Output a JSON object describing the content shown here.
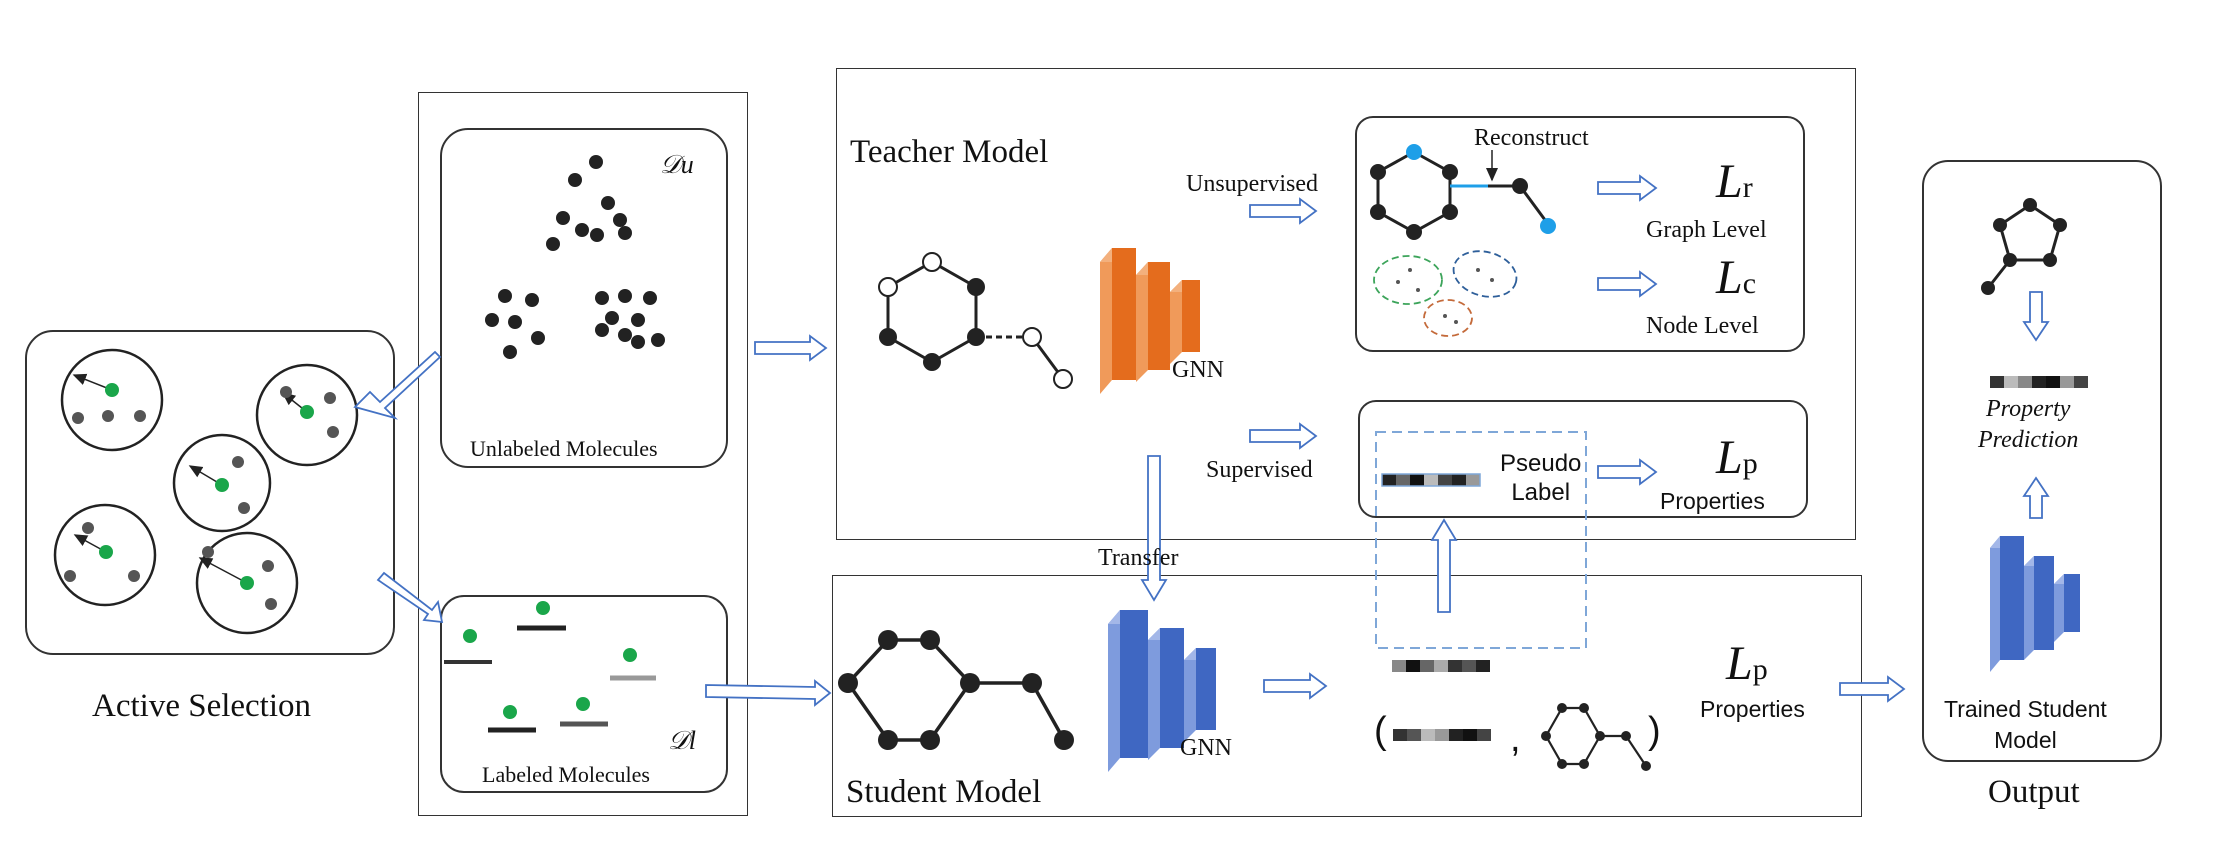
{
  "colors": {
    "node_dark": "#2b2b2b",
    "node_green": "#1aa64a",
    "node_blue": "#1e9fe8",
    "arrow_blue": "#4472c4",
    "gnn_orange": "#e46c1d",
    "gnn_blue": "#3f67c2",
    "dashed_box": "#7fa7d8"
  },
  "active_selection": {
    "title": "Active Selection"
  },
  "data_pools": {
    "unlabeled": {
      "symbol": "𝒟u",
      "label": "Unlabeled Molecules"
    },
    "labeled": {
      "symbol": "𝒟l",
      "label": "Labeled Molecules"
    }
  },
  "teacher": {
    "title": "Teacher Model",
    "gnn_label": "GNN",
    "unsupervised_label": "Unsupervised",
    "supervised_label": "Supervised",
    "transfer_label": "Transfer",
    "reconstruct_label": "Reconstruct",
    "loss_r": {
      "symbol": "L",
      "subscript": "r",
      "caption": "Graph Level"
    },
    "loss_c": {
      "symbol": "L",
      "subscript": "c",
      "caption": "Node Level"
    },
    "loss_p": {
      "symbol": "L",
      "subscript": "p",
      "caption": "Properties"
    },
    "pseudo_label": "Pseudo\nLabel"
  },
  "student": {
    "title": "Student Model",
    "gnn_label": "GNN",
    "loss_p": {
      "symbol": "L",
      "subscript": "p",
      "caption": "Properties"
    },
    "tuple_open": "(",
    "tuple_comma": ",",
    "tuple_close": ")"
  },
  "output": {
    "title": "Output",
    "prediction_label": "Property\nPrediction",
    "trained_label": "Trained Student\nModel"
  }
}
